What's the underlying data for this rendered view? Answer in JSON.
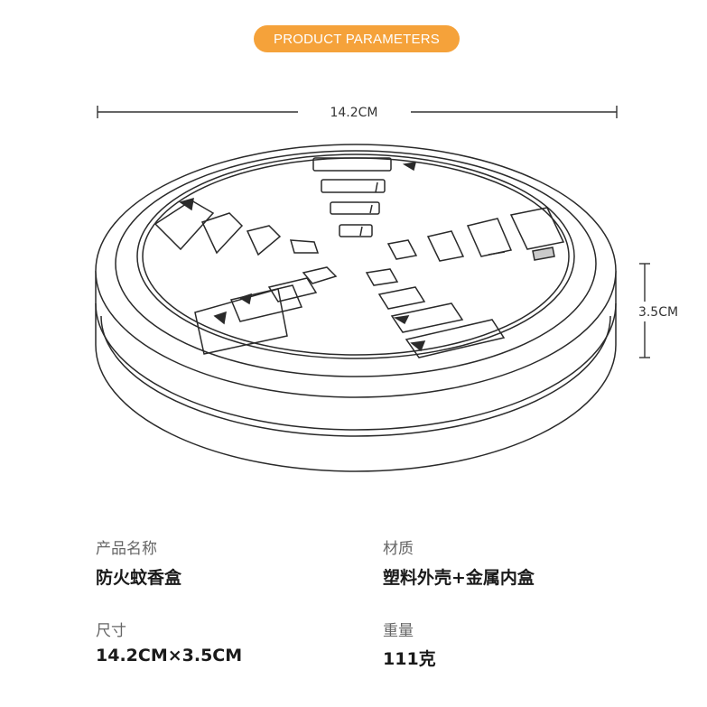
{
  "header": {
    "badge": "PRODUCT PARAMETERS"
  },
  "dimensions": {
    "width_label": "14.2CM",
    "height_label": "3.5CM"
  },
  "specs": [
    {
      "label": "产品名称",
      "value": "防火蚊香盒"
    },
    {
      "label": "材质",
      "value": "塑料外壳+金属内盒"
    },
    {
      "label": "尺寸",
      "value": "14.2CM×3.5CM"
    },
    {
      "label": "重量",
      "value": "111克"
    }
  ],
  "colors": {
    "accent": "#f5a23a",
    "line": "#2a2a2a"
  }
}
